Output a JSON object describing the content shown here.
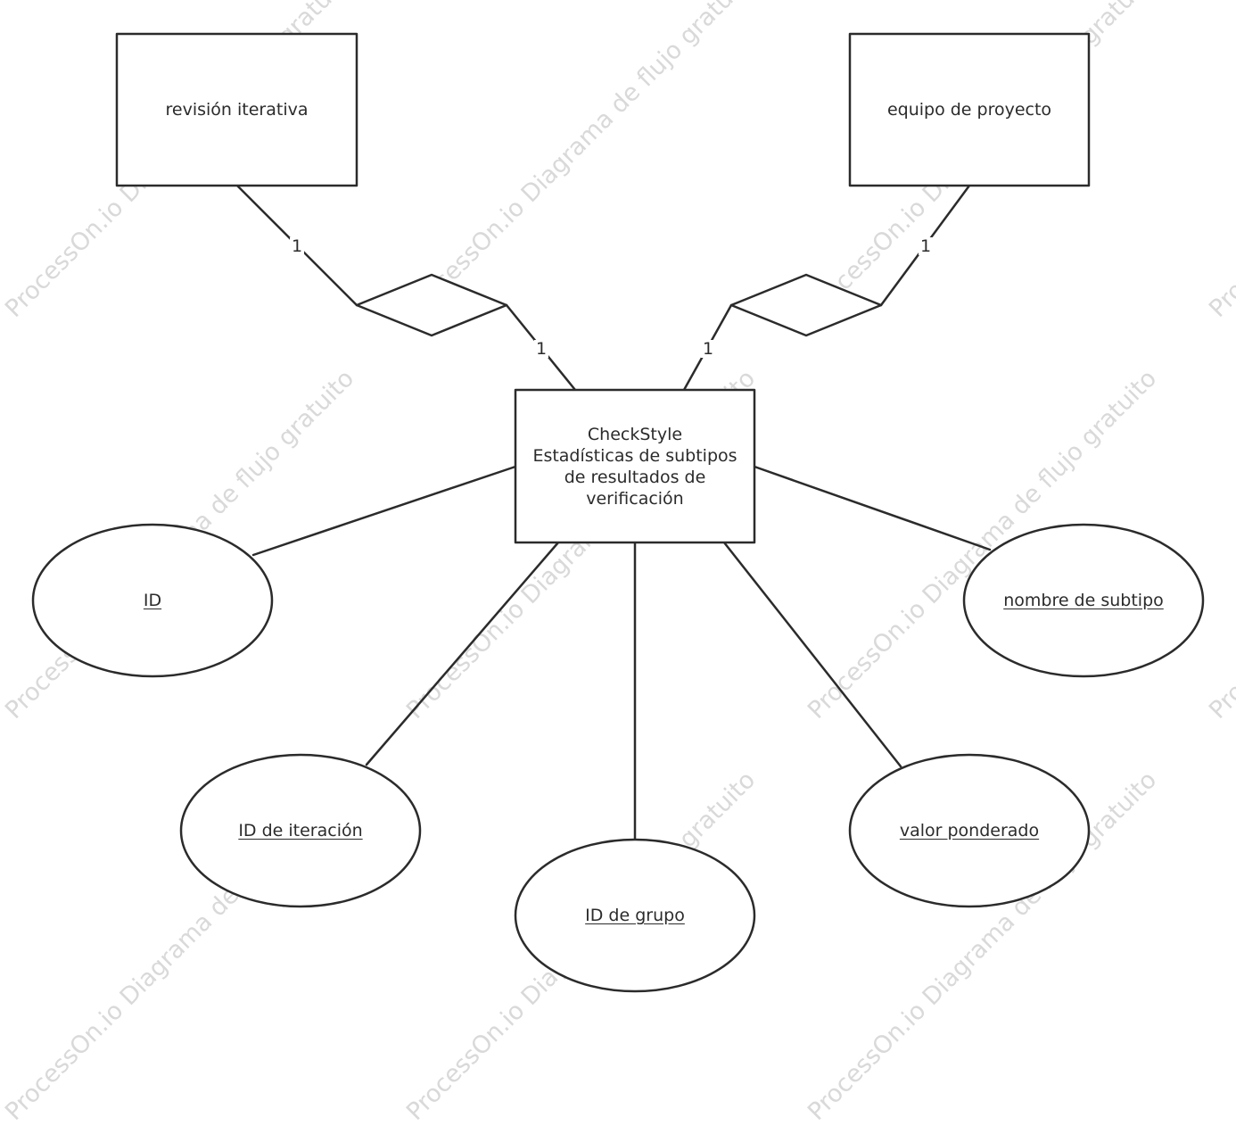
{
  "diagram": {
    "entities": {
      "main": "CheckStyle\nEstadísticas de subtipos\nde resultados de\nverificación",
      "left": "revisión iterativa",
      "right": "equipo de proyecto"
    },
    "attributes": {
      "id": "ID",
      "iteration_id": "ID de iteración",
      "group_id": "ID de grupo",
      "weighted_value": "valor ponderado",
      "subtype_name": "nombre de subtipo"
    },
    "cardinalities": {
      "left_top": "1",
      "left_bottom": "1",
      "right_top": "1",
      "right_bottom": "1"
    },
    "watermark": "ProcessOn.io Diagrama de flujo gratuito",
    "colors": {
      "stroke": "#2b2b2b",
      "background": "#ffffff",
      "watermark": "#d9d9d9"
    }
  }
}
